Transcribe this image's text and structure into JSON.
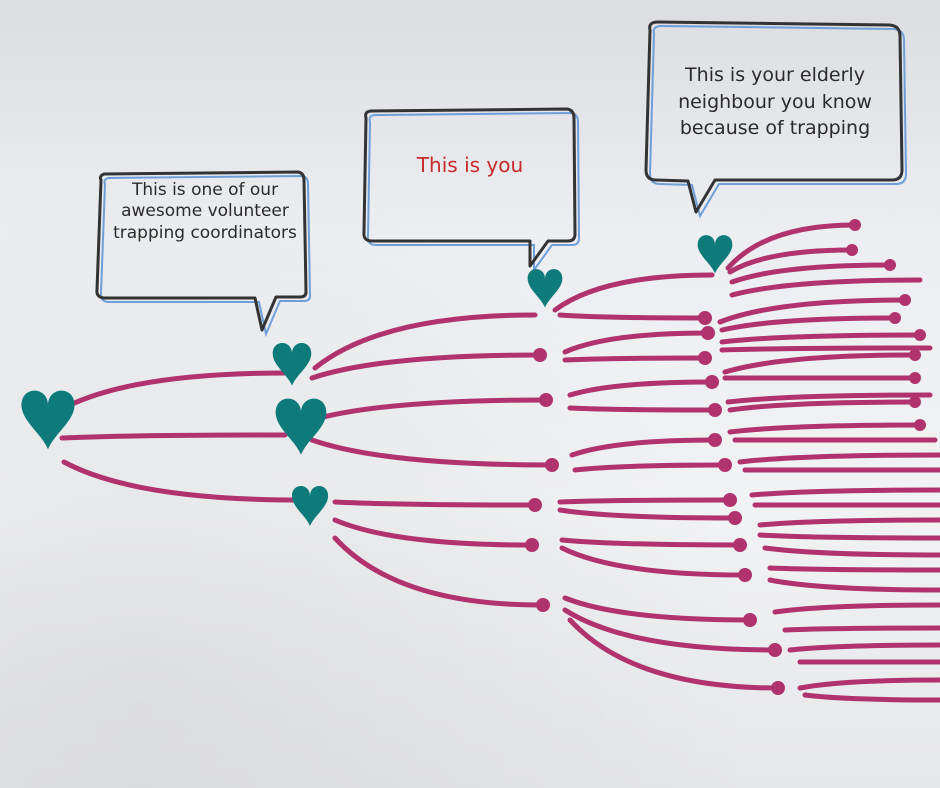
{
  "bubbles": {
    "coordinator": {
      "text": "This is one of our awesome volunteer trapping coordinators"
    },
    "you": {
      "text": "This is you"
    },
    "neighbour": {
      "text": "This is your elderly neighbour you know because of trapping"
    }
  },
  "colors": {
    "paper": "#eceef1",
    "line": "#b0336e",
    "heart": "#0e7a7a",
    "bubble_outline": "#333333",
    "bubble_shadow": "#6f9fd8",
    "highlight_text": "#c62a2a"
  },
  "icons": [
    "heart-icon",
    "node-dot"
  ]
}
